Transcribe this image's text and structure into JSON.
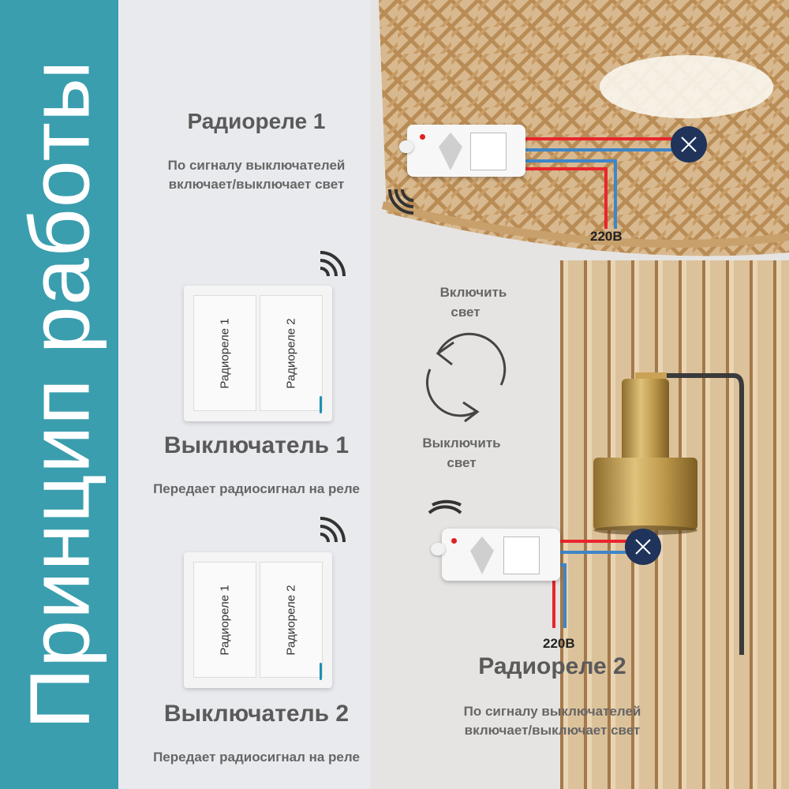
{
  "sidebar": {
    "title": "Принцип работы"
  },
  "relay1": {
    "title": "Радиореле 1",
    "desc_line1": "По сигналу выключателей",
    "desc_line2": "включает/выключает свет",
    "voltage": "220В"
  },
  "relay2": {
    "title": "Радиореле 2",
    "desc_line1": "По сигналу выключателей",
    "desc_line2": "включает/выключает свет",
    "voltage": "220В"
  },
  "switch1": {
    "title": "Выключатель 1",
    "desc": "Передает радиосигнал на реле",
    "key1": "Радиореле 1",
    "key2": "Радиореле 2"
  },
  "switch2": {
    "title": "Выключатель 2",
    "desc": "Передает радиосигнал на реле",
    "key1": "Радиореле 1",
    "key2": "Радиореле 2"
  },
  "cycle": {
    "on_line1": "Включить",
    "on_line2": "свет",
    "off_line1": "Выключить",
    "off_line2": "свет"
  },
  "colors": {
    "sidebar": "#3a9eae",
    "live_wire": "#e8262d",
    "neutral_wire": "#3f86c8",
    "lamp": "#20335a",
    "led": "#1f8fb3"
  },
  "icons": [
    "wifi-signal-icon",
    "cycle-arrows-icon",
    "lamp-icon",
    "relay-module"
  ]
}
